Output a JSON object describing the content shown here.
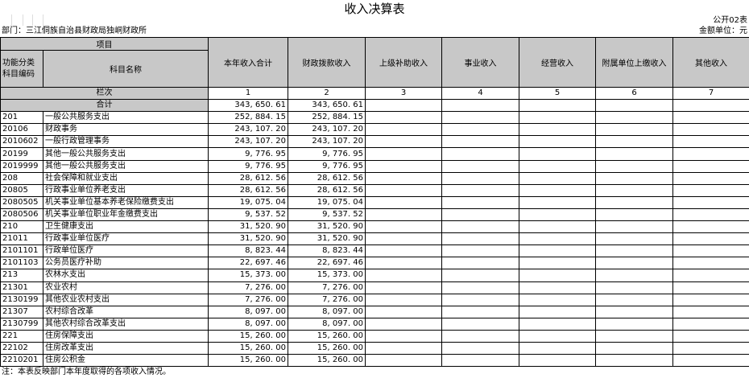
{
  "title": "收入决算表",
  "form_code": "公开02表",
  "department": "部门：三江侗族自治县财政局独峒财政所",
  "unit": "金额单位：元",
  "header": {
    "item": "项目",
    "func_code": "功能分类\n科目编码",
    "subject_name": "科目名称",
    "columns": [
      "本年收入合计",
      "财政拨款收入",
      "上级补助收入",
      "事业收入",
      "经营收入",
      "附属单位上缴收入",
      "其他收入"
    ],
    "row_label": "栏次",
    "col_numbers": [
      "1",
      "2",
      "3",
      "4",
      "5",
      "6",
      "7"
    ],
    "total_label": "合计",
    "total_values": [
      "343, 650. 61",
      "343, 650. 61",
      "",
      "",
      "",
      "",
      ""
    ]
  },
  "rows": [
    {
      "code": "201",
      "name": "一般公共服务支出",
      "indent": false,
      "v1": "252, 884. 15",
      "v2": "252, 884. 15"
    },
    {
      "code": "20106",
      "name": "财政事务",
      "indent": false,
      "v1": "243, 107. 20",
      "v2": "243, 107. 20"
    },
    {
      "code": "2010602",
      "name": "一般行政管理事务",
      "indent": true,
      "v1": "243, 107. 20",
      "v2": "243, 107. 20"
    },
    {
      "code": "20199",
      "name": "其他一般公共服务支出",
      "indent": false,
      "v1": "9, 776. 95",
      "v2": "9, 776. 95"
    },
    {
      "code": "2019999",
      "name": "其他一般公共服务支出",
      "indent": true,
      "v1": "9, 776. 95",
      "v2": "9, 776. 95"
    },
    {
      "code": "208",
      "name": "社会保障和就业支出",
      "indent": false,
      "v1": "28, 612. 56",
      "v2": "28, 612. 56"
    },
    {
      "code": "20805",
      "name": "行政事业单位养老支出",
      "indent": false,
      "v1": "28, 612. 56",
      "v2": "28, 612. 56"
    },
    {
      "code": "2080505",
      "name": "机关事业单位基本养老保险缴费支出",
      "indent": true,
      "v1": "19, 075. 04",
      "v2": "19, 075. 04"
    },
    {
      "code": "2080506",
      "name": "机关事业单位职业年金缴费支出",
      "indent": true,
      "v1": "9, 537. 52",
      "v2": "9, 537. 52"
    },
    {
      "code": "210",
      "name": "卫生健康支出",
      "indent": false,
      "v1": "31, 520. 90",
      "v2": "31, 520. 90"
    },
    {
      "code": "21011",
      "name": "行政事业单位医疗",
      "indent": false,
      "v1": "31, 520. 90",
      "v2": "31, 520. 90"
    },
    {
      "code": "2101101",
      "name": "行政单位医疗",
      "indent": true,
      "v1": "8, 823. 44",
      "v2": "8, 823. 44"
    },
    {
      "code": "2101103",
      "name": "公务员医疗补助",
      "indent": true,
      "v1": "22, 697. 46",
      "v2": "22, 697. 46"
    },
    {
      "code": "213",
      "name": "农林水支出",
      "indent": false,
      "v1": "15, 373. 00",
      "v2": "15, 373. 00"
    },
    {
      "code": "21301",
      "name": "农业农村",
      "indent": false,
      "v1": "7, 276. 00",
      "v2": "7, 276. 00"
    },
    {
      "code": "2130199",
      "name": "其他农业农村支出",
      "indent": true,
      "v1": "7, 276. 00",
      "v2": "7, 276. 00"
    },
    {
      "code": "21307",
      "name": "农村综合改革",
      "indent": false,
      "v1": "8, 097. 00",
      "v2": "8, 097. 00"
    },
    {
      "code": "2130799",
      "name": "其他农村综合改革支出",
      "indent": true,
      "v1": "8, 097. 00",
      "v2": "8, 097. 00"
    },
    {
      "code": "221",
      "name": "住房保障支出",
      "indent": false,
      "v1": "15, 260. 00",
      "v2": "15, 260. 00"
    },
    {
      "code": "22102",
      "name": "住房改革支出",
      "indent": false,
      "v1": "15, 260. 00",
      "v2": "15, 260. 00"
    },
    {
      "code": "2210201",
      "name": "住房公积金",
      "indent": true,
      "v1": "15, 260. 00",
      "v2": "15, 260. 00"
    }
  ],
  "note": "注：本表反映部门本年度取得的各项收入情况。"
}
